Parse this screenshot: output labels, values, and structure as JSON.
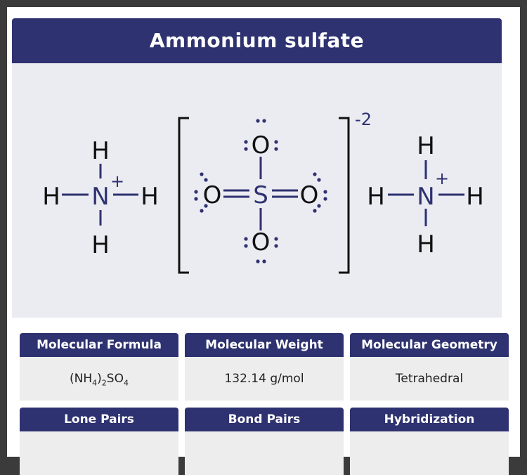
{
  "title": "Ammonium sulfate",
  "diagram": {
    "left_ion": {
      "center": "N",
      "top": "H",
      "left": "H",
      "right": "H",
      "bottom": "H",
      "charge": "+"
    },
    "center_ion": {
      "center": "S",
      "top": "O",
      "left": "O",
      "right": "O",
      "bottom": "O",
      "charge": "-2"
    },
    "right_ion": {
      "center": "N",
      "top": "H",
      "left": "H",
      "right": "H",
      "bottom": "H",
      "charge": "+"
    }
  },
  "colors": {
    "header": "#2e3270",
    "panel": "#ebebf2",
    "bond": "#2e3270",
    "atom": "#111111",
    "center_atom": "#2e3270"
  },
  "properties": [
    {
      "label": "Molecular Formula",
      "value_parts": [
        "(NH",
        "4",
        ")",
        "2",
        "SO",
        "4"
      ]
    },
    {
      "label": "Molecular Weight",
      "value": "132.14 g/mol"
    },
    {
      "label": "Molecular Geometry",
      "value": "Tetrahedral"
    },
    {
      "label": "Lone Pairs",
      "value": ""
    },
    {
      "label": "Bond Pairs",
      "value": ""
    },
    {
      "label": "Hybridization",
      "value": ""
    }
  ]
}
